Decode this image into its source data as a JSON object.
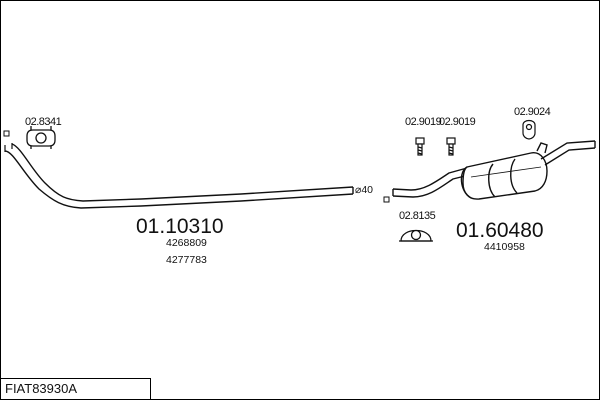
{
  "parts": {
    "clamp_left": "02.8341",
    "bolt_a": "02.9019",
    "bolt_b": "02.9019",
    "hanger_right": "02.9024",
    "rubber_mount": "02.8135",
    "pipe_diameter": "⌀40"
  },
  "front_pipe": {
    "part_no": "01.10310",
    "oem_1": "4268809",
    "oem_2": "4277783"
  },
  "rear_silencer": {
    "part_no": "01.60480",
    "oem_1": "4410958"
  },
  "footer": {
    "code": "FIAT83930A"
  }
}
